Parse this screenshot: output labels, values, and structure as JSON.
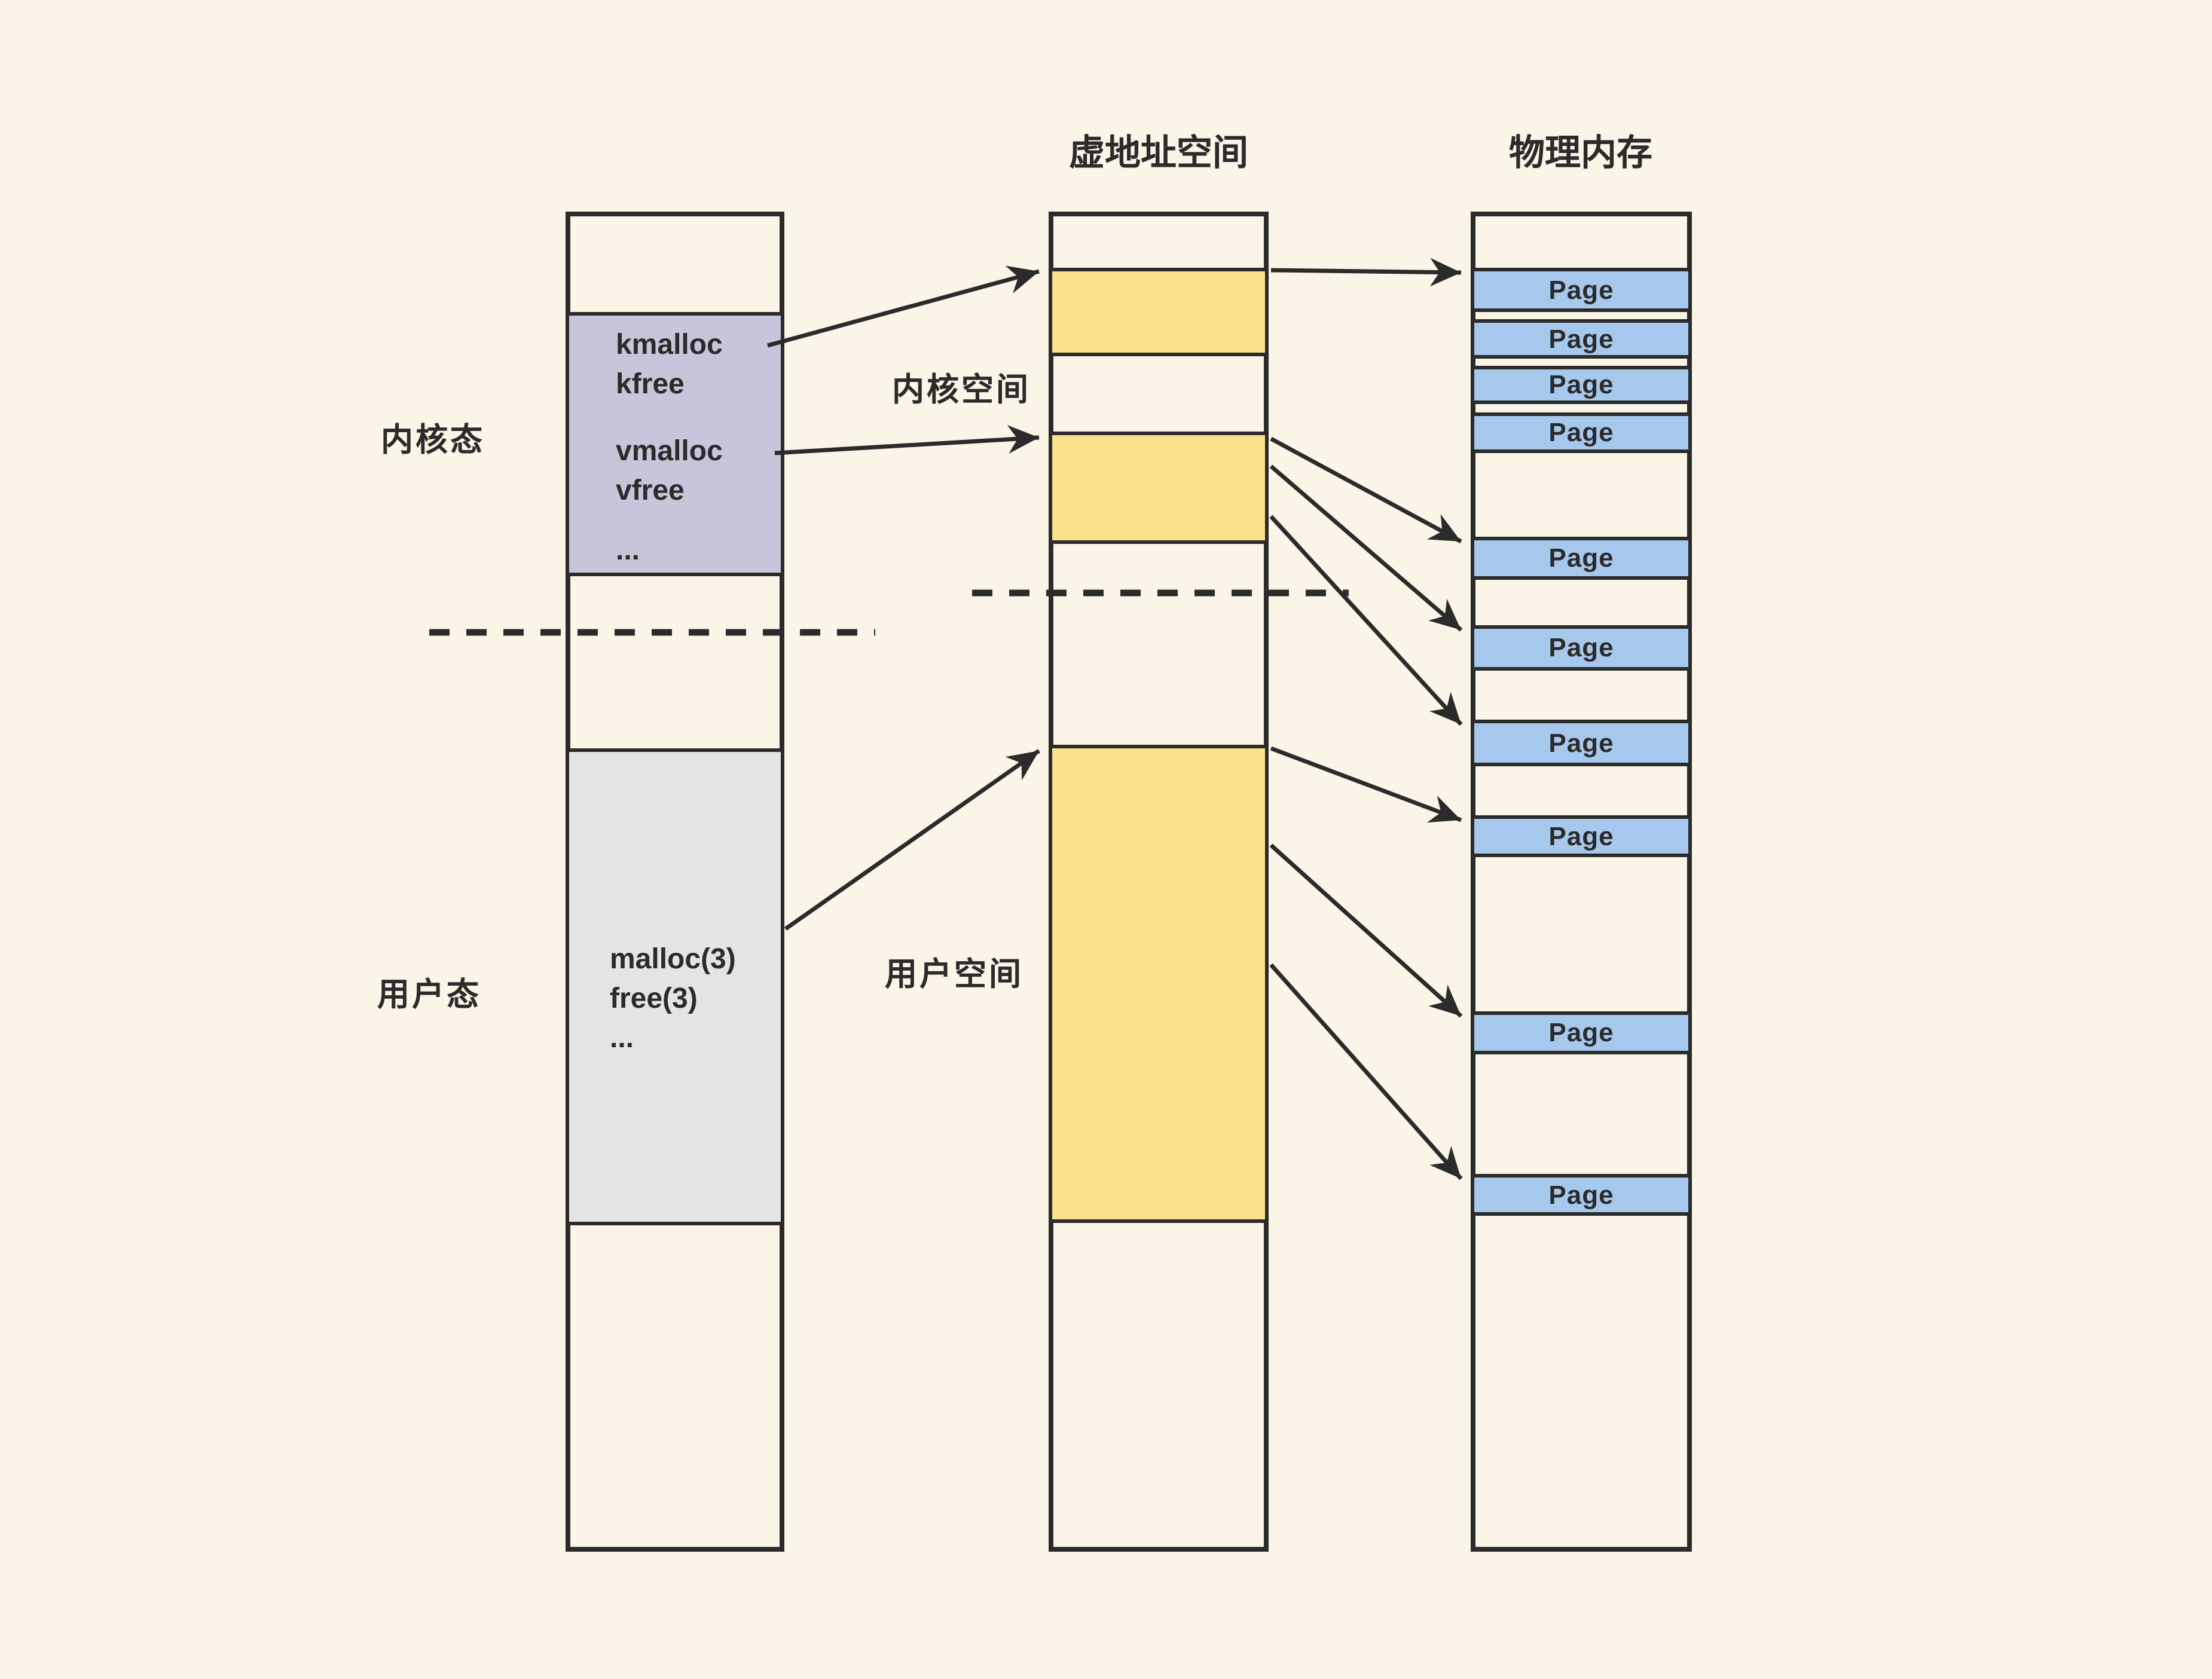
{
  "titles": {
    "virtual_address_space": "虚地址空间",
    "physical_memory": "物理内存"
  },
  "left_column": {
    "mode_labels": {
      "kernel": "内核态",
      "user": "用户态"
    },
    "kernel_heap_functions": [
      "kmalloc",
      "kfree"
    ],
    "kernel_vmalloc_functions": [
      "vmalloc",
      "vfree"
    ],
    "kernel_ellipsis": "...",
    "user_functions": [
      "malloc(3)",
      "free(3)"
    ],
    "user_ellipsis": "..."
  },
  "middle_column": {
    "space_labels": {
      "kernel": "内核空间",
      "user": "用户空间"
    }
  },
  "physical_memory": {
    "pages": [
      "Page",
      "Page",
      "Page",
      "Page",
      "Page",
      "Page",
      "Page",
      "Page",
      "Page",
      "Page"
    ]
  },
  "colors": {
    "bg": "#FAF5E6",
    "ink": "#2B2B2B",
    "yellow": "#FBE18C",
    "blue": "#A7C8ED",
    "purple": "#C8C4D9",
    "gray": "#E4E4E4"
  }
}
